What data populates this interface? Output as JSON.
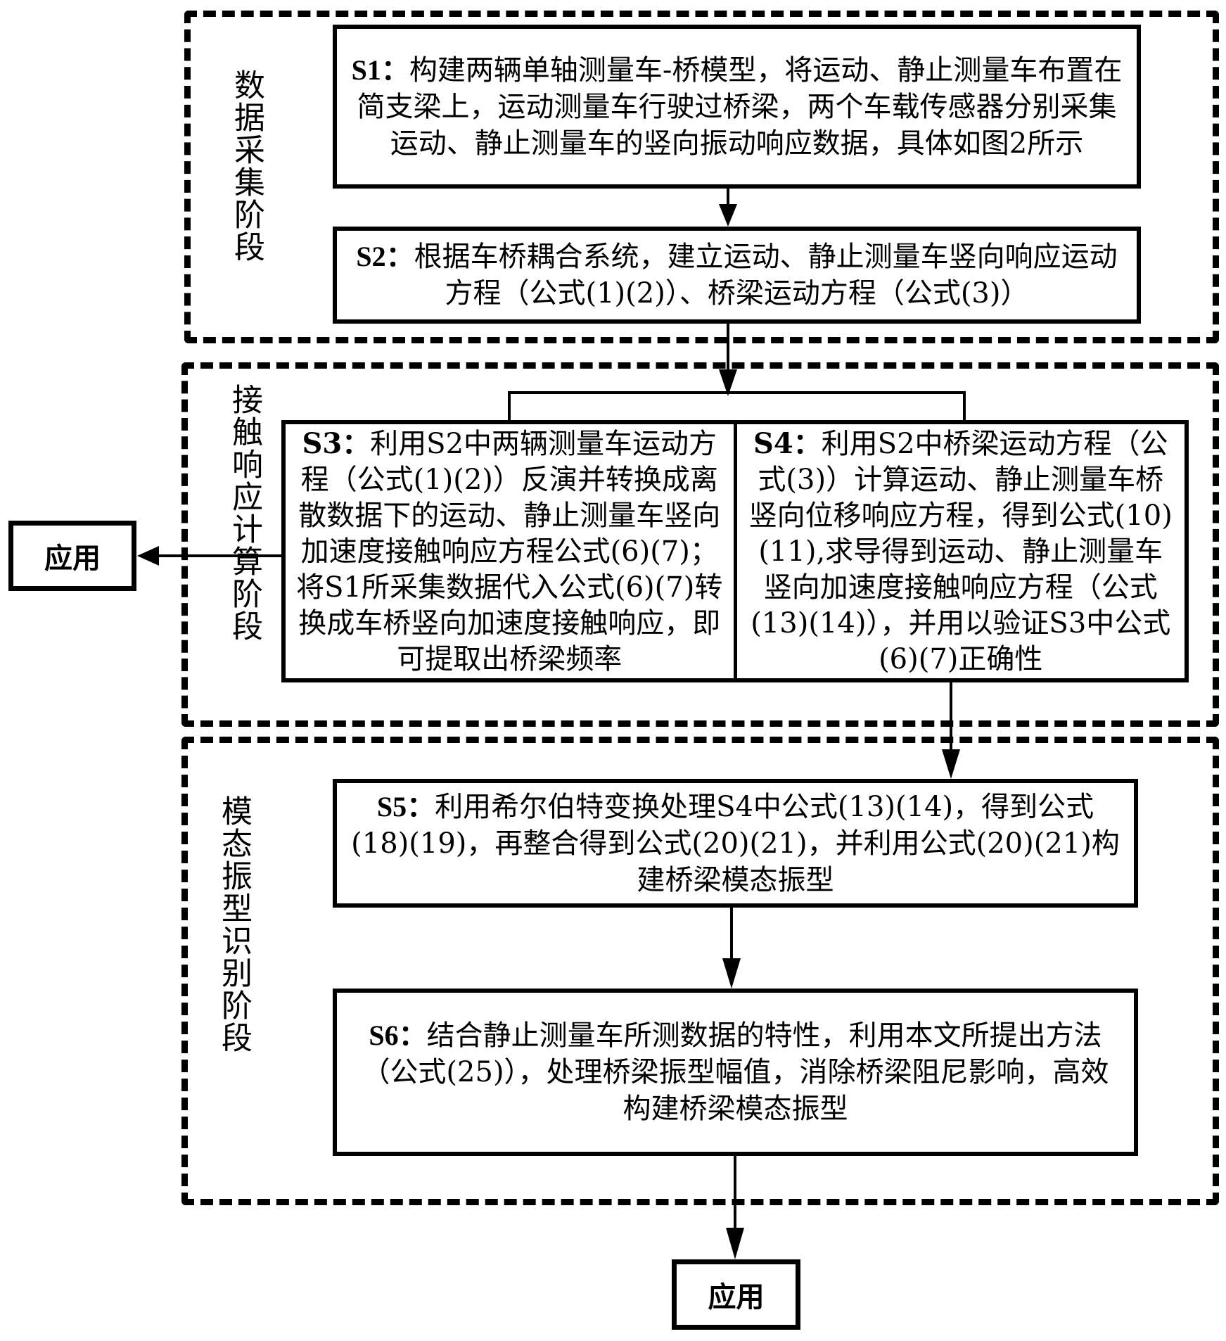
{
  "stages": [
    {
      "label": "数据采集阶段"
    },
    {
      "label": "接触响应计算阶段"
    },
    {
      "label": "模态振型识别阶段"
    }
  ],
  "steps": {
    "s1": {
      "id": "S1：",
      "text": "构建两辆单轴测量车-桥模型，将运动、静止测量车布置在简支梁上，运动测量车行驶过桥梁，两个车载传感器分别采集运动、静止测量车的竖向振动响应数据，具体如图2所示"
    },
    "s2": {
      "id": "S2：",
      "text": "根据车桥耦合系统，建立运动、静止测量车竖向响应运动方程（公式(1)(2)）、桥梁运动方程（公式(3)）"
    },
    "s3": {
      "id": "S3：",
      "text": "利用S2中两辆测量车运动方程（公式(1)(2)）反演并转换成离散数据下的运动、静止测量车竖向加速度接触响应方程公式(6)(7)；将S1所采集数据代入公式(6)(7)转换成车桥竖向加速度接触响应，即可提取出桥梁频率"
    },
    "s4": {
      "id": "S4：",
      "text": "利用S2中桥梁运动方程（公式(3)）计算运动、静止测量车桥竖向位移响应方程，得到公式(10)(11),求导得到运动、静止测量车竖向加速度接触响应方程（公式(13)(14)），并用以验证S3中公式(6)(7)正确性"
    },
    "s5": {
      "id": "S5：",
      "text": "利用希尔伯特变换处理S4中公式(13)(14)，得到公式(18)(19)，再整合得到公式(20)(21)，并利用公式(20)(21)构建桥梁模态振型"
    },
    "s6": {
      "id": "S6：",
      "text": "结合静止测量车所测数据的特性，利用本文所提出方法（公式(25)），处理桥梁振型幅值，消除桥梁阻尼影响，高效构建桥梁模态振型"
    }
  },
  "outputs": {
    "left": {
      "label": "应用"
    },
    "bottom": {
      "label": "应用"
    }
  }
}
